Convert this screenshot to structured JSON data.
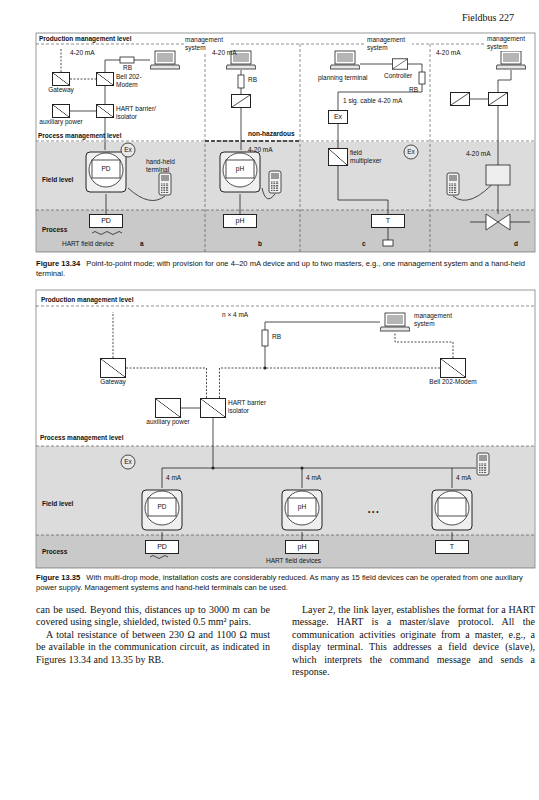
{
  "diagram": {
    "nodes": [
      {
        "text": [
          "Gateway"
        ]
      },
      {
        "text": [
          "Bell 202-Modem"
        ]
      },
      {
        "text": [
          "HART barrier/ isolator"
        ]
      },
      {
        "text": [
          "auxiliary power"
        ]
      },
      {
        "text": [
          "PD"
        ]
      },
      {
        "text": [
          "pH"
        ]
      },
      {
        "text": [
          "T"
        ]
      },
      {
        "text": [
          "field multiplexer"
        ]
      },
      {
        "text": [
          "Ex"
        ]
      },
      {
        "text": [
          "Gateway"
        ]
      },
      {
        "text": [
          "Bell 202-Modem"
        ]
      },
      {
        "text": [
          "HART barrier isolator"
        ]
      },
      {
        "text": [
          "auxiliary power"
        ]
      },
      {
        "text": [
          "PD"
        ]
      },
      {
        "text": [
          "pH"
        ]
      },
      {
        "text": [
          "T"
        ]
      }
    ],
    "edges": [
      {
        "from": 0,
        "to": 1,
        "arrow": "none"
      },
      {
        "from": 1,
        "to": 2,
        "arrow": "none"
      },
      {
        "from": 3,
        "to": 2,
        "arrow": "none"
      },
      {
        "from": 8,
        "to": 7,
        "arrow": "none"
      },
      {
        "from": 7,
        "to": 6,
        "arrow": "none"
      },
      {
        "from": 9,
        "to": 11,
        "arrow": "none"
      },
      {
        "from": 10,
        "to": 11,
        "arrow": "none"
      },
      {
        "from": 12,
        "to": 11,
        "arrow": "none"
      }
    ],
    "labels": [
      "Fieldbus 227",
      "Production management level",
      "4-20 mA",
      "management system",
      "4-20 mA",
      "RB",
      "RB",
      "management system",
      "planning terminal",
      "Controller",
      "RB",
      "4-20 mA",
      "management system",
      "1 sig. cable 4-20 mA",
      "Process management level",
      "Ex",
      "non-hazardous",
      "4-20 mA",
      "Ex",
      "4-20 mA",
      "Field level",
      "hand-held terminal",
      "PD",
      "Process",
      "pH",
      "HART field device",
      "a",
      "b",
      "c",
      "d",
      "Figure 13.34",
      "Point-to-point mode; with provision for one 4–20 mA device and up to two masters, e.g., one management system and a hand-held terminal.",
      "Production management level",
      "n × 4 mA",
      "management system",
      "RB",
      "Process management level",
      "Ex",
      "4 mA",
      "4 mA",
      "4 mA",
      "PD",
      "pH",
      "Field level",
      "• • •",
      "Process",
      "HART field devices",
      "Figure 13.35",
      "With multi-drop mode, installation costs are considerably reduced. As many as 15 field devices can be operated from one auxiliary power supply. Management systems and hand-held terminals can be used.",
      "can be used. Beyond this, distances up to 3000 m can be covered using single, shielded, twisted 0.5 mm² pairs.",
      "A total resistance of between 230 Ω and 1100 Ω must be available in the communication circuit, as indicated in Figures 13.34 and 13.35 by RB.",
      "Layer 2, the link layer, establishes the format for a HART message. HART is a master/slave protocol. All the communication activities originate from a master, e.g., a display terminal. This addresses a field device (slave), which interprets the command message and sends a response."
    ]
  }
}
